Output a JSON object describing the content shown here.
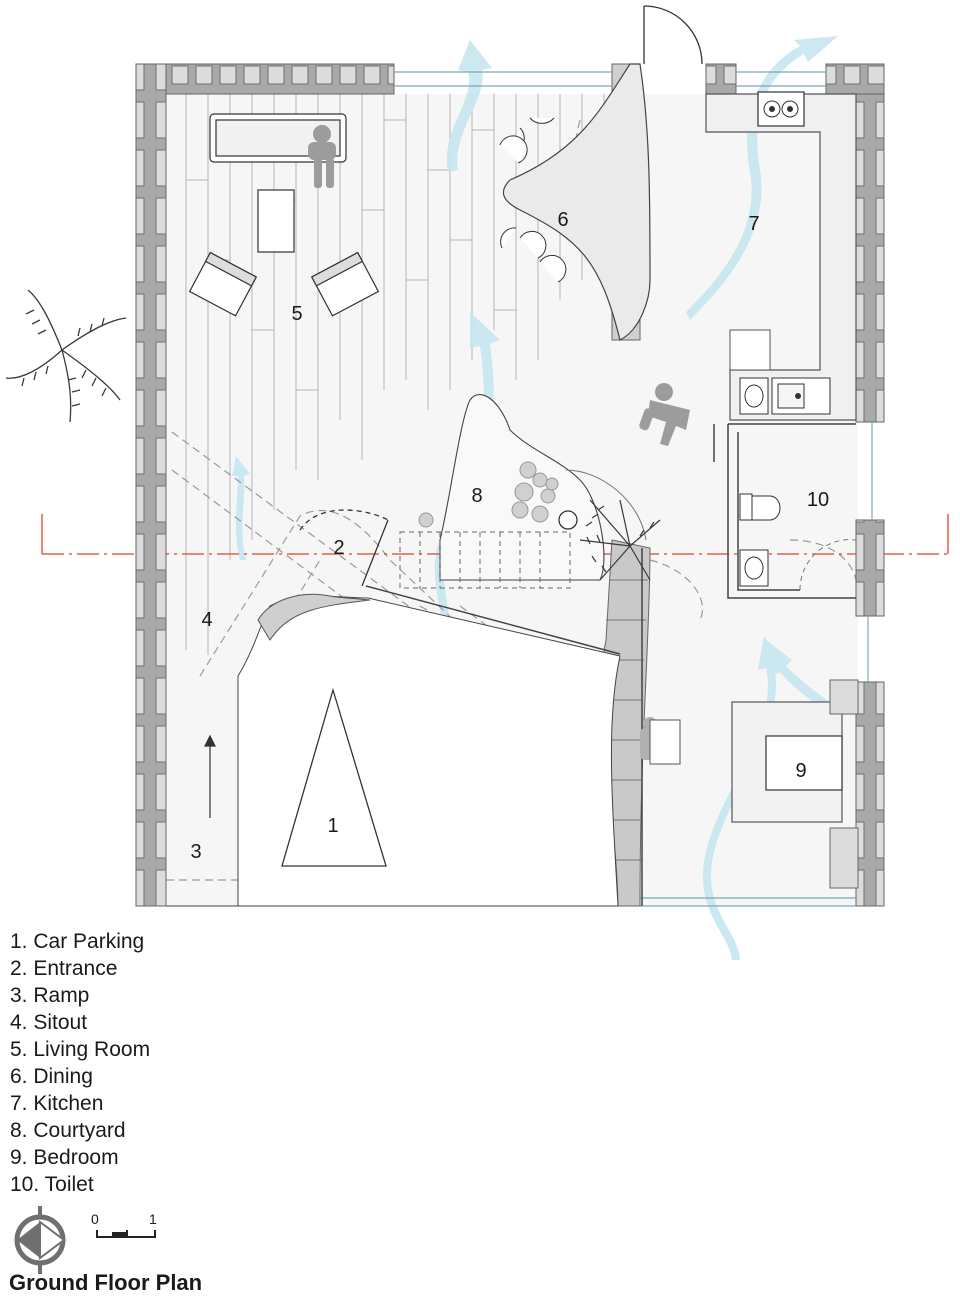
{
  "title": "Ground Floor Plan",
  "rooms": [
    {
      "num": "1",
      "label": "1. Car Parking"
    },
    {
      "num": "2",
      "label": "2. Entrance"
    },
    {
      "num": "3",
      "label": "3. Ramp"
    },
    {
      "num": "4",
      "label": "4. Sitout"
    },
    {
      "num": "5",
      "label": "5. Living Room"
    },
    {
      "num": "6",
      "label": "6. Dining"
    },
    {
      "num": "7",
      "label": "7. Kitchen"
    },
    {
      "num": "8",
      "label": "8. Courtyard"
    },
    {
      "num": "9",
      "label": "9. Bedroom"
    },
    {
      "num": "10",
      "label": "10. Toilet"
    }
  ],
  "scale_bar": {
    "start": "0",
    "end": "1"
  },
  "colors": {
    "wall": "#9a9a9a",
    "floor": "#f4f4f4",
    "airflow": "#bfe0ea",
    "section_line": "#e0442a"
  },
  "icons": [
    "north-arrow-icon",
    "palm-tree-icon",
    "person-icon",
    "stove-icon",
    "sink-icon",
    "wc-icon",
    "bed-icon"
  ]
}
